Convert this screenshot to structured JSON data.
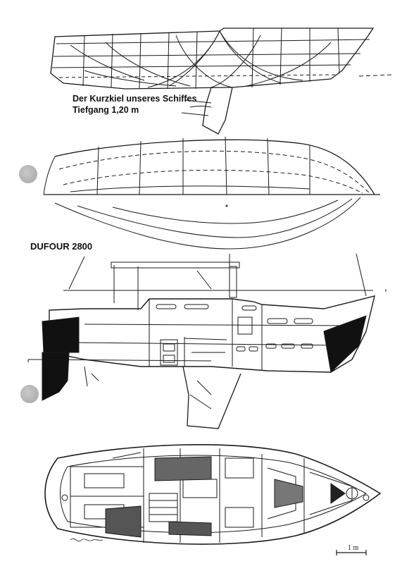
{
  "captions": {
    "keel_line1": "Der Kurzkiel unseres Schiffes",
    "keel_line2": "Tiefgang 1,20 m",
    "model_name": "DUFOUR 2800"
  },
  "scale_bar": {
    "label": "1 m"
  },
  "colors": {
    "ink": "#1a1a1a",
    "paper": "#ffffff",
    "punch_hole": "#b5b5b5"
  }
}
